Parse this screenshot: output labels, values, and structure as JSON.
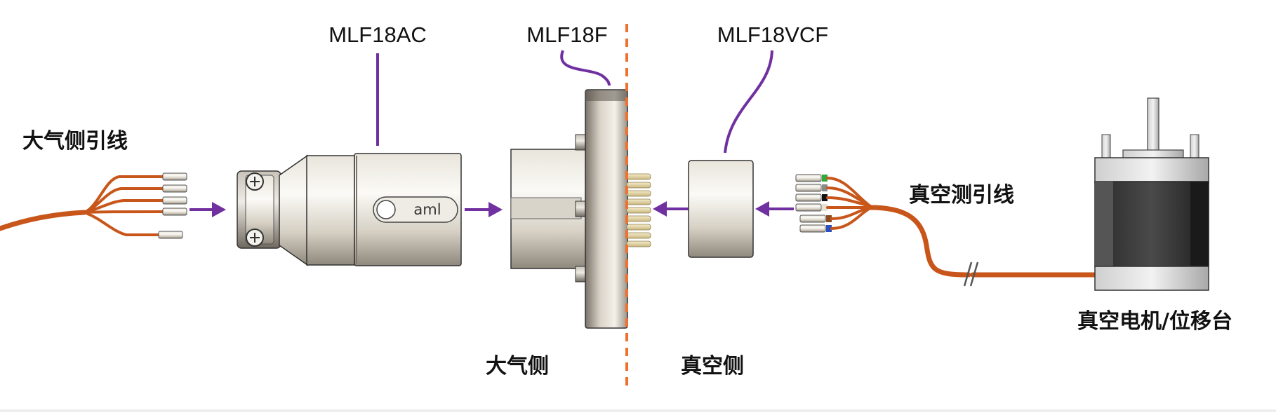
{
  "labels": {
    "connector_ac": "MLF18AC",
    "flange": "MLF18F",
    "connector_vcf": "MLF18VCF",
    "atmosphere_leads": "大气侧引线",
    "vacuum_leads": "真空测引线",
    "vacuum_motor": "真空电机/位移台",
    "atmosphere_side": "大气侧",
    "vacuum_side": "真空侧",
    "brand_logo": "aml"
  },
  "colors": {
    "arrow": "#7030a0",
    "leader": "#7030a0",
    "boundary": "#f07030",
    "cable": "#c8561a",
    "pin": "#e8d9a8",
    "wire_marker_green": "#2eaa3a",
    "wire_marker_grey": "#8a8a8a",
    "wire_marker_black": "#111111",
    "wire_marker_brown": "#8b4a20",
    "wire_marker_blue": "#2a4fc0"
  },
  "icons": [
    "arrow-right-icon",
    "arrow-left-icon",
    "cable-break-icon",
    "screw-icon"
  ]
}
